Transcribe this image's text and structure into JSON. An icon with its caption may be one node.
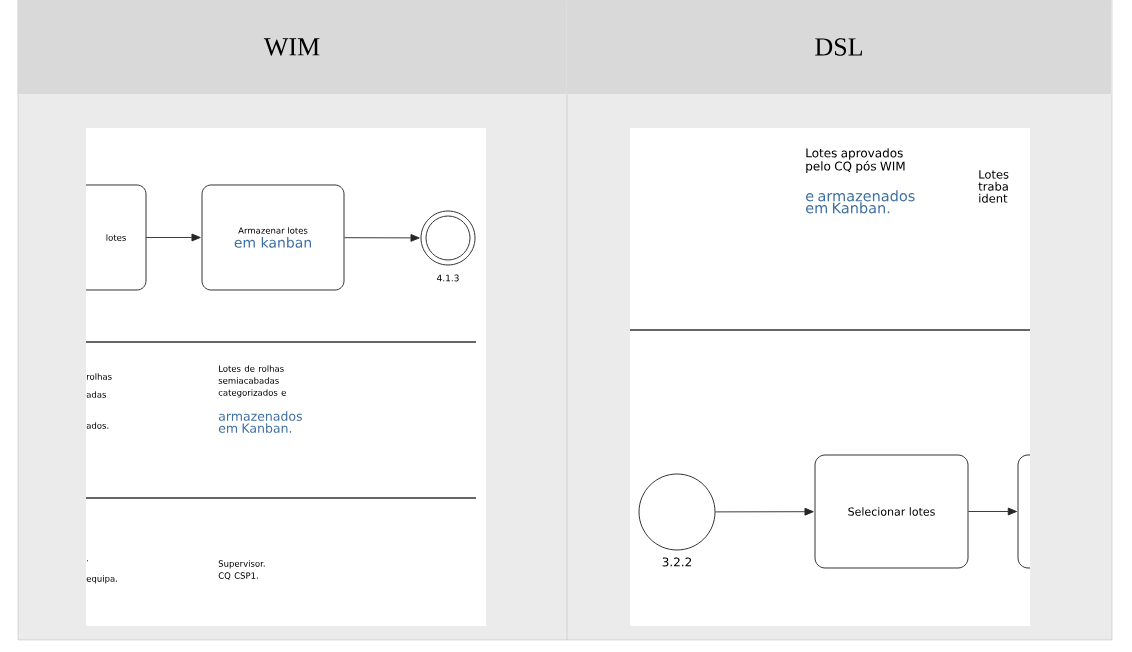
{
  "diagram": {
    "nodes": [
      {
        "text": [
          "WIM"
        ]
      },
      {
        "text": [
          "DSL"
        ]
      },
      {
        "text": [
          "lotes"
        ]
      },
      {
        "text": [
          "Armazenar lotes",
          "em kanban"
        ]
      },
      {
        "text": [],
        "shape": "circle",
        "beside": [
          "4.1.3"
        ]
      },
      {
        "text": [],
        "shape": "circle",
        "beside": [
          "3.2.2"
        ]
      },
      {
        "text": [
          "Selecionar lotes"
        ]
      },
      {
        "text": [],
        "shape": "box"
      }
    ],
    "edges": [
      {
        "from": 2,
        "to": 3,
        "arrow": "to"
      },
      {
        "from": 3,
        "to": 4,
        "arrow": "to"
      },
      {
        "from": 5,
        "to": 6,
        "arrow": "to"
      },
      {
        "from": 6,
        "to": 7,
        "arrow": "to"
      }
    ],
    "labels": [
      "rolhas",
      "adas",
      "ados.",
      "Lotes de rolhas semiacabadas categorizados e",
      "armazenados em Kanban.",
      ".",
      "equipa.",
      "Supervisor. CQ CSP1.",
      "Lotes aprovados pelo CQ pós WIM",
      "e armazenados em Kanban.",
      "Lotes traba ident"
    ]
  }
}
